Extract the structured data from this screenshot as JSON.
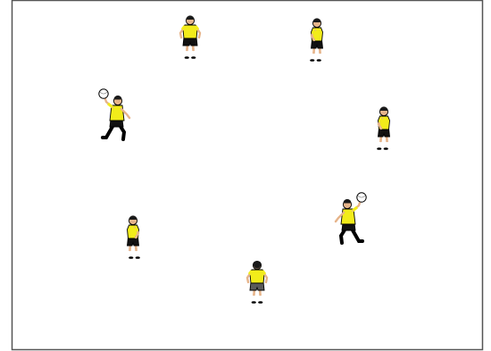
{
  "diagram": {
    "type": "player-positions",
    "kit": {
      "shirt": "#f2ec1a",
      "shorts": "#111111",
      "socks": "#ffffff",
      "skin": "#e6b48a",
      "hair": "#1a1a1a",
      "outline": "#000000",
      "ball": "#ffffff"
    },
    "field": {
      "border": "#555555",
      "background": "#ffffff"
    },
    "players": [
      {
        "id": "top-left-player",
        "facing": "front",
        "ball": false,
        "shorts": "#111111"
      },
      {
        "id": "top-right-player",
        "facing": "side-left",
        "ball": false,
        "shorts": "#111111"
      },
      {
        "id": "left-thrower",
        "facing": "throw-right",
        "ball": true,
        "shorts": "#111111"
      },
      {
        "id": "right-player",
        "facing": "side-left",
        "ball": false,
        "shorts": "#111111"
      },
      {
        "id": "bottom-left-player",
        "facing": "side-right",
        "ball": false,
        "shorts": "#111111"
      },
      {
        "id": "bottom-right-thrower",
        "facing": "throw-left",
        "ball": true,
        "shorts": "#111111"
      },
      {
        "id": "goalkeeper-player",
        "facing": "back",
        "ball": false,
        "shorts": "#5a5a5a"
      }
    ]
  }
}
